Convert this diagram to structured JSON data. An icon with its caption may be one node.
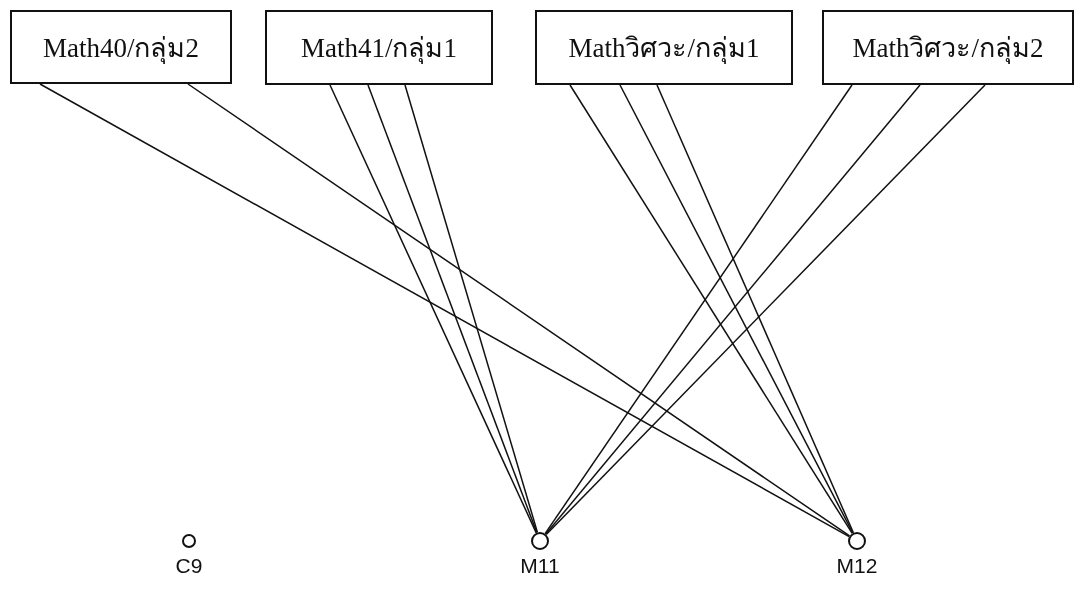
{
  "diagram": {
    "nodes": [
      {
        "text": [
          "Math40/กลุ่ม2"
        ]
      },
      {
        "text": [
          "Math41/กลุ่ม1"
        ]
      },
      {
        "text": [
          "Mathวิศวะ/กลุ่ม1"
        ]
      },
      {
        "text": [
          "Mathวิศวะ/กลุ่ม2"
        ]
      },
      {
        "text": [],
        "shape": "circle",
        "beside": [
          "C9"
        ]
      },
      {
        "text": [],
        "shape": "circle",
        "beside": [
          "M11"
        ]
      },
      {
        "text": [],
        "shape": "circle",
        "beside": [
          "M12"
        ]
      }
    ],
    "edges": [
      {
        "from": 0,
        "to": 6,
        "arrow": "none"
      },
      {
        "from": 0,
        "to": 6,
        "arrow": "none"
      },
      {
        "from": 1,
        "to": 5,
        "arrow": "none"
      },
      {
        "from": 1,
        "to": 5,
        "arrow": "none"
      },
      {
        "from": 1,
        "to": 5,
        "arrow": "none"
      },
      {
        "from": 2,
        "to": 6,
        "arrow": "none"
      },
      {
        "from": 2,
        "to": 6,
        "arrow": "none"
      },
      {
        "from": 2,
        "to": 6,
        "arrow": "none"
      },
      {
        "from": 3,
        "to": 5,
        "arrow": "none"
      },
      {
        "from": 3,
        "to": 5,
        "arrow": "none"
      },
      {
        "from": 3,
        "to": 5,
        "arrow": "none"
      }
    ]
  }
}
